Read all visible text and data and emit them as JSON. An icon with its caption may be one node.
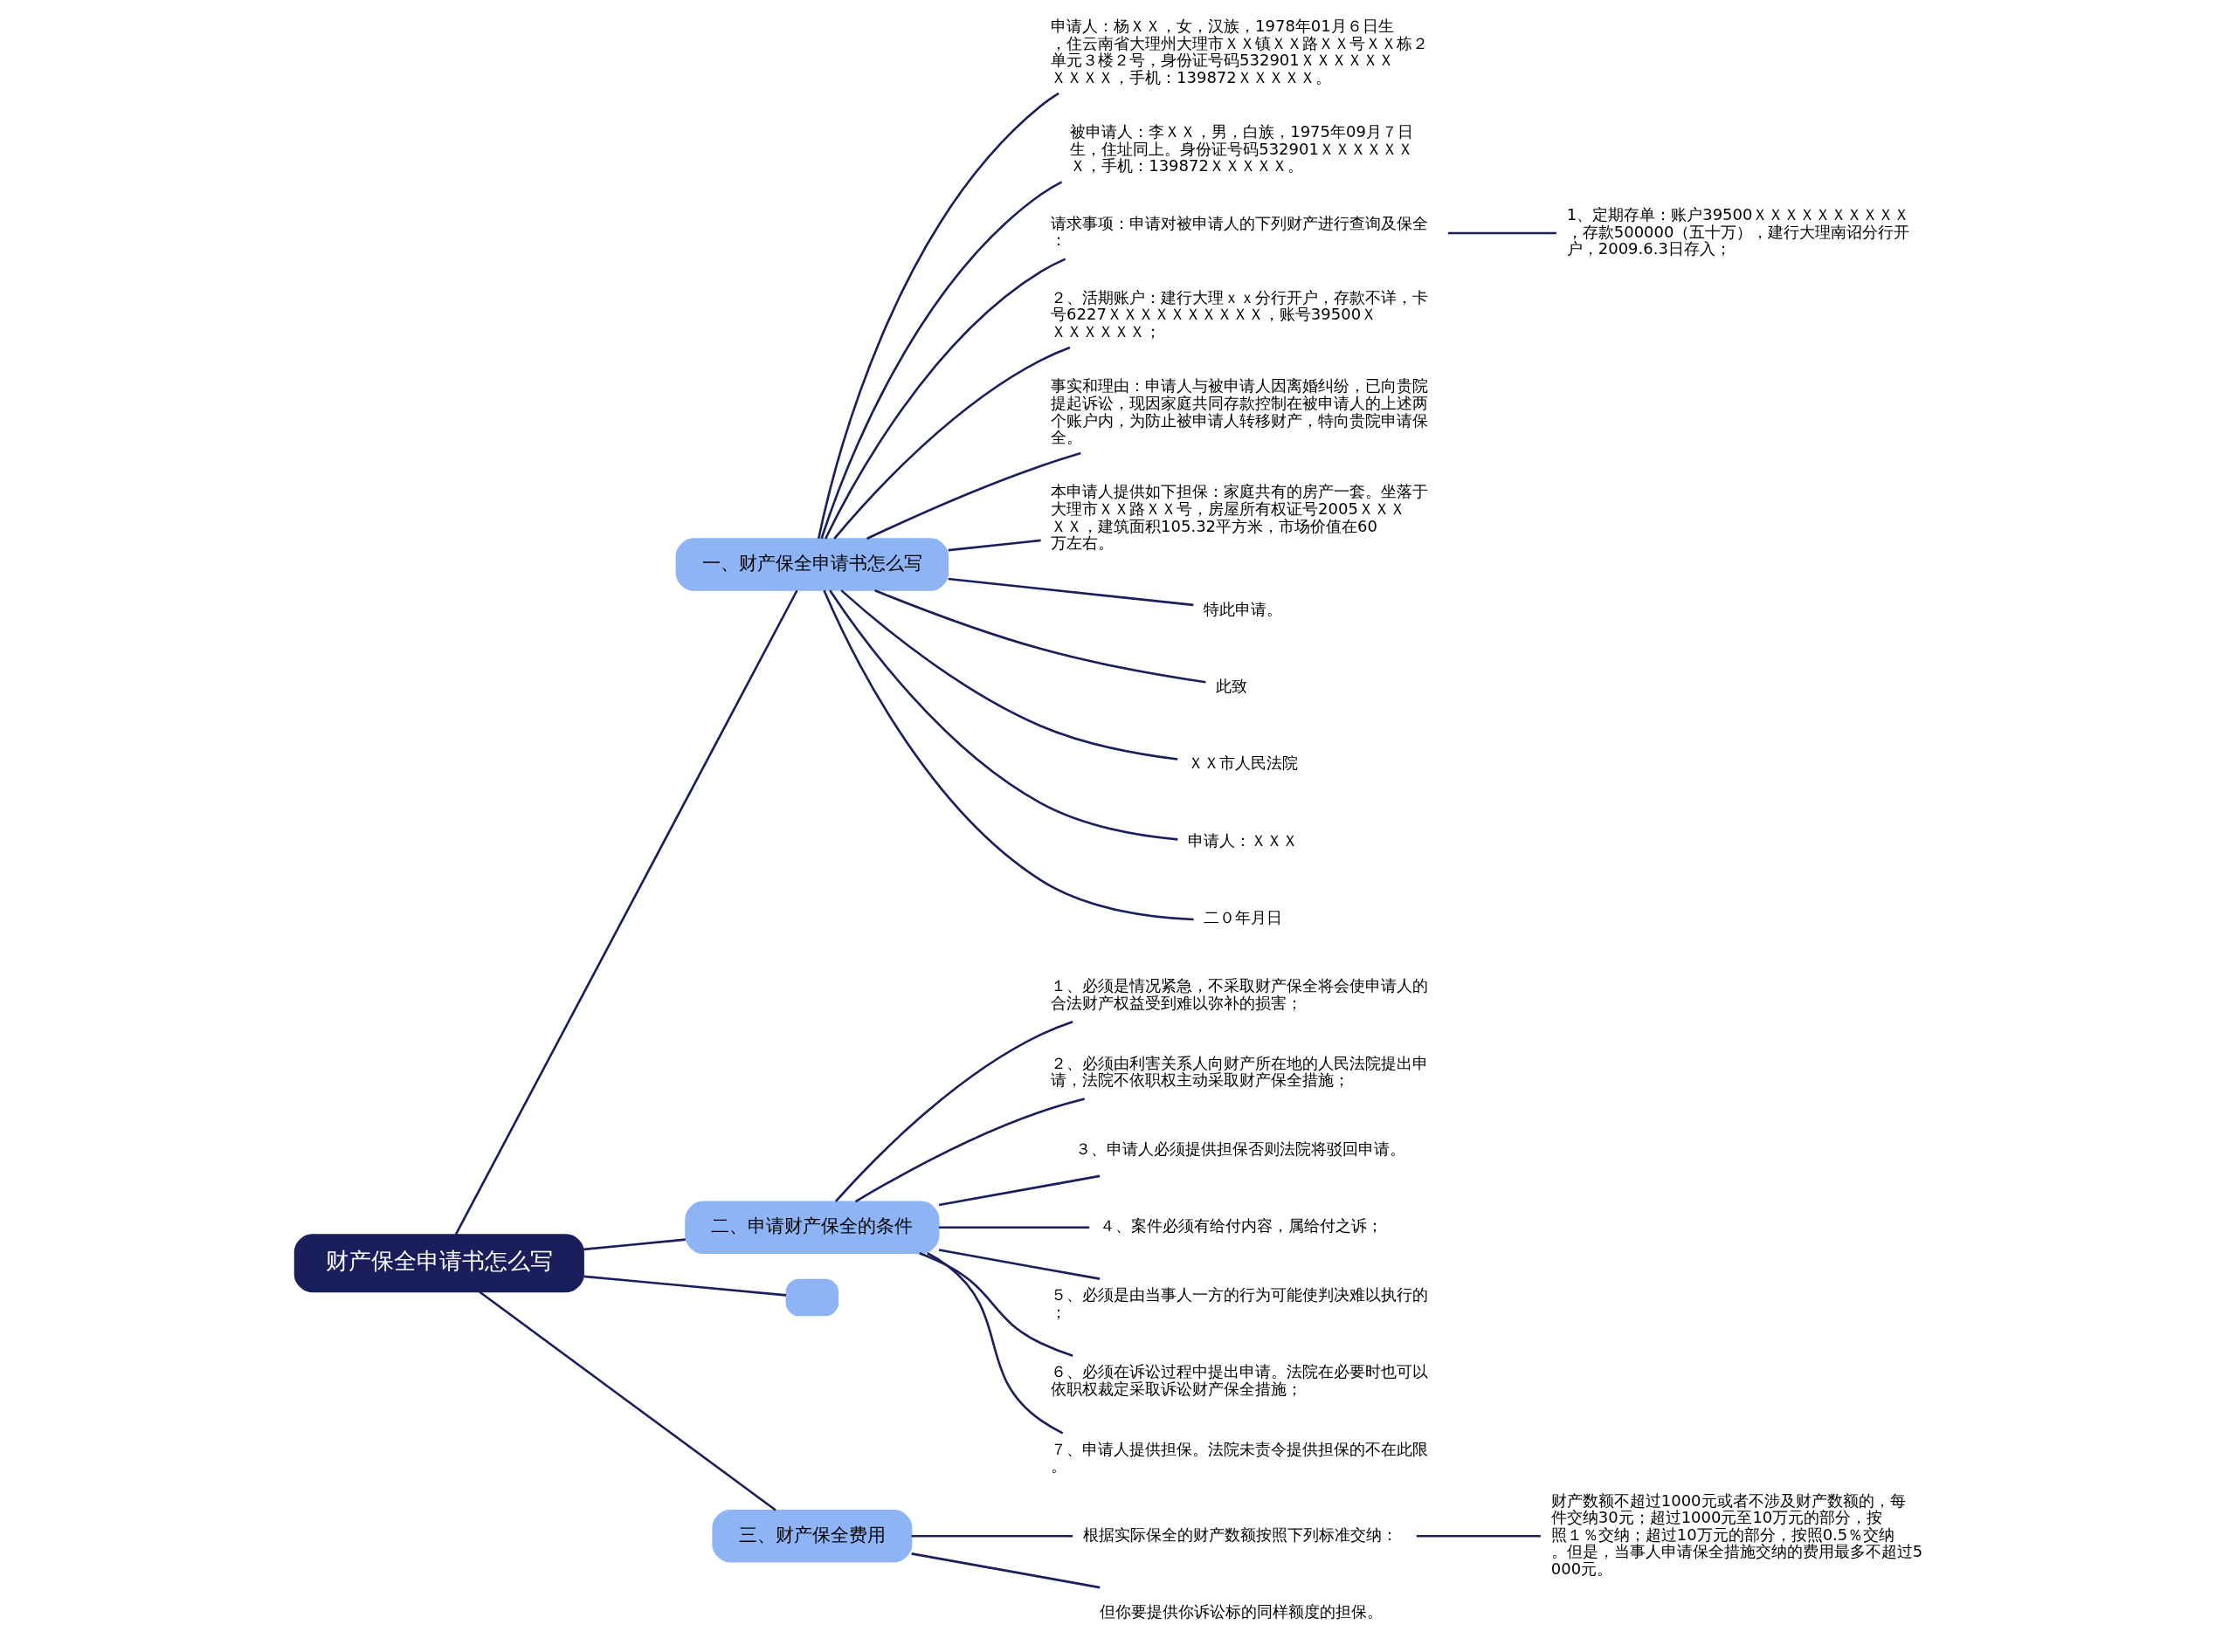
{
  "diagram": {
    "nodes": [
      {
        "text": [
          "财产保全申请书怎么写"
        ]
      },
      {
        "text": [
          "一、财产保全申请书怎么写"
        ]
      },
      {
        "text": [
          "申请人：杨ＸＸ，女，汉族，1978年01月６日生，住云南省大理州大理市ＸＸ镇ＸＸ路ＸＸ号ＸＸ栋２单元３楼２号，身份证号码532901ＸＸＸＸＸＸＸＸＸＸ，手机：139872ＸＸＸＸＸ。"
        ]
      },
      {
        "text": [
          "被申请人：李ＸＸ，男，白族，1975年09月７日生，住址同上。身份证号码532901ＸＸＸＸＸＸＸ，手机：139872ＸＸＸＸＸ。"
        ]
      },
      {
        "text": [
          "请求事项：申请对被申请人的下列财产进行查询及保全："
        ]
      },
      {
        "text": [
          "1、定期存单：账户39500ＸＸＸＸＸＸＸＸＸＸ，存款500000（五十万），建行大理南诏分行开户，2009.6.3日存入；"
        ]
      },
      {
        "text": [
          "２、活期账户：建行大理ｘｘ分行开户，存款不详，卡号6227ＸＸＸＸＸＸＸＸＸＸ，账号39500ＸＸＸＸＸＸＸ；"
        ]
      },
      {
        "text": [
          "事实和理由：申请人与被申请人因离婚纠纷，已向贵院提起诉讼，现因家庭共同存款控制在被申请人的上述两个账户内，为防止被申请人转移财产，特向贵院申请保全。"
        ]
      },
      {
        "text": [
          "本申请人提供如下担保：家庭共有的房产一套。坐落于大理市ＸＸ路ＸＸ号，房屋所有权证号2005ＸＸＸＸＸ，建筑面积105.32平方米，市场价值在60万左右。"
        ]
      },
      {
        "text": [
          "特此申请。"
        ]
      },
      {
        "text": [
          "此致"
        ]
      },
      {
        "text": [
          "ＸＸ市人民法院"
        ]
      },
      {
        "text": [
          "申请人：ＸＸＸ"
        ]
      },
      {
        "text": [
          "二０年月日"
        ]
      },
      {
        "text": [
          "二、申请财产保全的条件"
        ]
      },
      {
        "text": [
          "１、必须是情况紧急，不采取财产保全将会使申请人的合法财产权益受到难以弥补的损害；"
        ]
      },
      {
        "text": [
          "２、必须由利害关系人向财产所在地的人民法院提出申请，法院不依职权主动采取财产保全措施；"
        ]
      },
      {
        "text": [
          "３、申请人必须提供担保否则法院将驳回申请。"
        ]
      },
      {
        "text": [
          "４、案件必须有给付内容，属给付之诉；"
        ]
      },
      {
        "text": [
          "５、必须是由当事人一方的行为可能使判决难以执行的；"
        ]
      },
      {
        "text": [
          "６、必须在诉讼过程中提出申请。法院在必要时也可以依职权裁定采取诉讼财产保全措施；"
        ]
      },
      {
        "text": [
          "７、申请人提供担保。法院未责令提供担保的不在此限。"
        ]
      },
      {
        "text": [],
        "shape": "box"
      },
      {
        "text": [
          "三、财产保全费用"
        ]
      },
      {
        "text": [
          "根据实际保全的财产数额按照下列标准交纳："
        ]
      },
      {
        "text": [
          "财产数额不超过1000元或者不涉及财产数额的，每件交纳30元；超过1000元至10万元的部分，按照１％交纳；超过10万元的部分，按照0.5％交纳。但是，当事人申请保全措施交纳的费用最多不超过5000元。"
        ]
      },
      {
        "text": [
          "但你要提供你诉讼标的同样额度的担保。"
        ]
      }
    ],
    "edges": [
      {
        "from": 0,
        "to": 1,
        "arrow": "none"
      },
      {
        "from": 1,
        "to": 2,
        "arrow": "none"
      },
      {
        "from": 1,
        "to": 3,
        "arrow": "none"
      },
      {
        "from": 1,
        "to": 4,
        "arrow": "none"
      },
      {
        "from": 4,
        "to": 5,
        "arrow": "none"
      },
      {
        "from": 1,
        "to": 6,
        "arrow": "none"
      },
      {
        "from": 1,
        "to": 7,
        "arrow": "none"
      },
      {
        "from": 1,
        "to": 8,
        "arrow": "none"
      },
      {
        "from": 1,
        "to": 9,
        "arrow": "none"
      },
      {
        "from": 1,
        "to": 10,
        "arrow": "none"
      },
      {
        "from": 1,
        "to": 11,
        "arrow": "none"
      },
      {
        "from": 1,
        "to": 12,
        "arrow": "none"
      },
      {
        "from": 1,
        "to": 13,
        "arrow": "none"
      },
      {
        "from": 0,
        "to": 14,
        "arrow": "none"
      },
      {
        "from": 14,
        "to": 15,
        "arrow": "none"
      },
      {
        "from": 14,
        "to": 16,
        "arrow": "none"
      },
      {
        "from": 14,
        "to": 17,
        "arrow": "none"
      },
      {
        "from": 14,
        "to": 18,
        "arrow": "none"
      },
      {
        "from": 14,
        "to": 19,
        "arrow": "none"
      },
      {
        "from": 14,
        "to": 20,
        "arrow": "none"
      },
      {
        "from": 14,
        "to": 21,
        "arrow": "none"
      },
      {
        "from": 0,
        "to": 22,
        "arrow": "none"
      },
      {
        "from": 0,
        "to": 23,
        "arrow": "none"
      },
      {
        "from": 23,
        "to": 24,
        "arrow": "none"
      },
      {
        "from": 24,
        "to": 25,
        "arrow": "none"
      },
      {
        "from": 23,
        "to": 26,
        "arrow": "none"
      }
    ]
  }
}
